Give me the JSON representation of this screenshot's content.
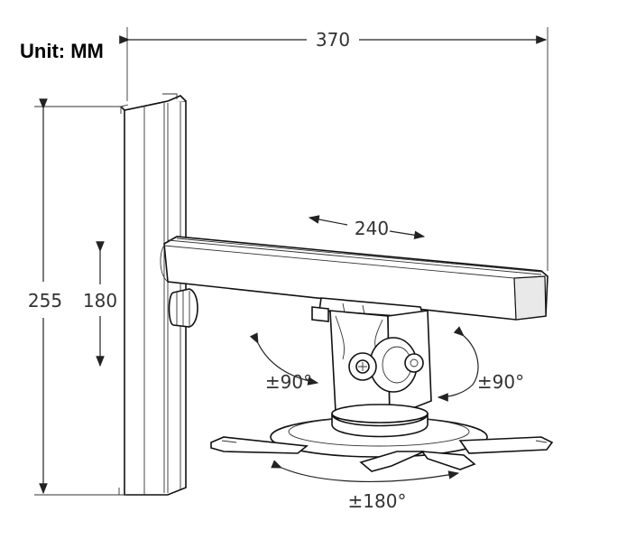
{
  "unit_label": "Unit: MM",
  "dimensions": {
    "total_width": "370",
    "arm_length": "240",
    "total_height": "255",
    "adjust_range": "180"
  },
  "rotations": {
    "tilt_left": "±90°",
    "tilt_right": "±90°",
    "swivel": "±180°"
  },
  "colors": {
    "line": "#222222",
    "background": "#ffffff"
  }
}
